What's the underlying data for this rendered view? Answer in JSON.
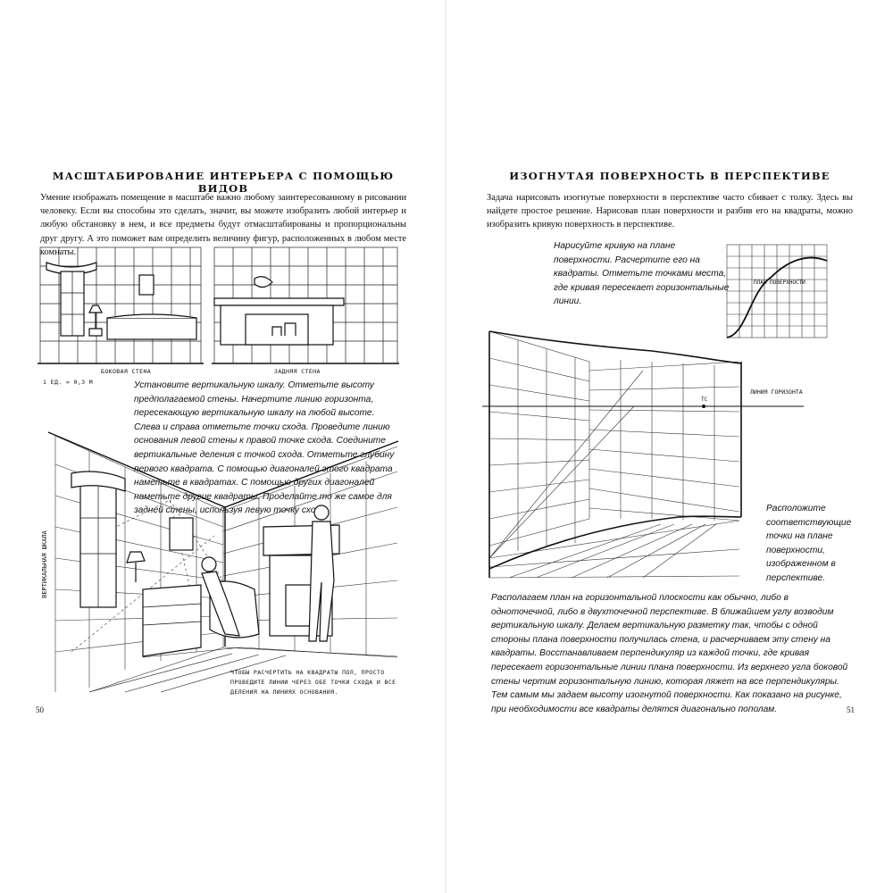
{
  "left": {
    "title": "МАСШТАБИРОВАНИЕ ИНТЕРЬЕРА С ПОМОЩЬЮ ВИДОВ",
    "intro": "Умение изображать помещение в масштабе важно любому заинтересованному в рисовании человеку. Если вы способны это сделать, значит, вы можете изобразить любой интерьер и любую обстановку в нем, и все предметы будут отмасштабированы и пропорциональны друг другу. А это поможет вам определить величину фигур, расположенных в любом месте комнаты.",
    "side_wall": "БОКОВАЯ СТЕНА",
    "back_wall": "ЗАДНЯЯ СТЕНА",
    "scale": "1 ЕД. = 0,3 М",
    "instruction": "Установите вертикальную шкалу. Отметьте высоту предполагаемой стены. Начертите линию горизонта, пересекающую вертикальную шкалу на любой высоте. Слева и справа отметьте точки схода. Проведите линию основания левой стены к правой точке схода. Соедините вертикальные деления с точкой схода. Отметьте глубину первого квадрата. С помощью диагоналей этого квадрата наметьте в квадратах. С помощью других диагоналей наметьте другие квадраты. Проделайте то же самое для задней стены, используя левую точку схода.",
    "vertical_scale": "ВЕРТИКАЛЬНАЯ ШКАЛА",
    "floor_note": "ЧТОБЫ РАСЧЕРТИТЬ НА КВАДРАТЫ ПОЛ, ПРОСТО ПРОВЕДИТЕ ЛИНИИ ЧЕРЕЗ ОБЕ ТОЧКИ СХОДА И ВСЕ ДЕЛЕНИЯ НА ЛИНИЯХ ОСНОВАНИЯ.",
    "page_number": "50"
  },
  "right": {
    "title": "ИЗОГНУТАЯ ПОВЕРХНОСТЬ В ПЕРСПЕКТИВЕ",
    "intro": "Задача нарисовать изогнутые поверхности в перспективе часто сбивает с толку. Здесь вы найдете простое решение. Нарисовав план поверхности и разбив его на квадраты, можно изобразить кривую поверхность в перспективе.",
    "note_top": "Нарисуйте кривую на плане поверхности. Расчертите его на квадраты. Отметьте точками места, где кривая пересекает горизонтальные линии.",
    "plan_label": "ПЛАН ПОВЕРХНОСТИ",
    "vp_label": "ТС",
    "horizon_label": "ЛИНИЯ ГОРИЗОНТА",
    "note_side": "Расположите соответствующие точки на плане поверхности, изображенном в перспективе.",
    "body": "Располагаем план на горизонтальной плоскости как обычно, либо в одноточечной, либо в двухточечной перспективе. В ближайшем углу возводим вертикальную шкалу. Делаем вертикальную разметку так, чтобы с одной стороны плана поверхности получилась стена, и расчерчиваем эту стену на квадраты. Восстанавливаем перпендикуляр из каждой точки, где кривая пересекает горизонтальные линии плана поверхности. Из верхнего угла боковой стены чертим горизонтальную линию, которая ляжет на все перпендикуляры. Тем самым мы задаем высоту изогнутой поверхности. Как показано на рисунке, при необходимости все квадраты делятся диагонально пополам.",
    "page_number": "51"
  },
  "colors": {
    "ink": "#111111",
    "paper": "#ffffff",
    "gutter": "#e9e9e9"
  }
}
